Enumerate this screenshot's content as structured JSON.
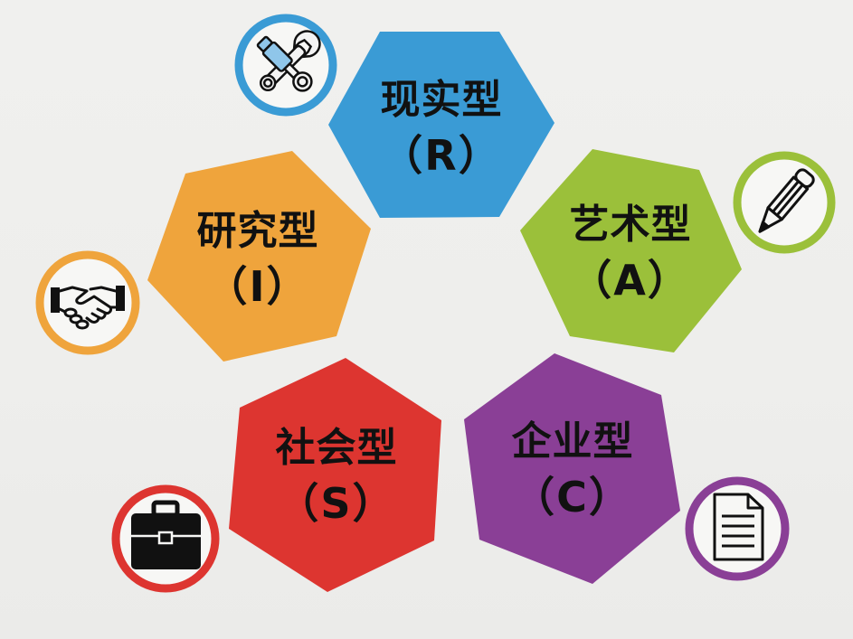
{
  "diagram": {
    "type": "holland-riasec-hexagon",
    "colors": {
      "background": "#eeeeec",
      "realistic": "#3a9bd5",
      "artistic": "#9bc03a",
      "investigative": "#efa43c",
      "social": "#dd3530",
      "conventional": "#8a3f96",
      "text": "#111111",
      "icon_stroke": "#111111"
    },
    "types": [
      {
        "id": "R",
        "name": "现实型",
        "code": "（R）",
        "icon": "wrench-screwdriver-icon",
        "color": "#3a9bd5"
      },
      {
        "id": "A",
        "name": "艺术型",
        "code": "（A）",
        "icon": "pencil-icon",
        "color": "#9bc03a"
      },
      {
        "id": "I",
        "name": "研究型",
        "code": "（I）",
        "icon": "handshake-icon",
        "color": "#efa43c"
      },
      {
        "id": "S",
        "name": "社会型",
        "code": "（S）",
        "icon": "briefcase-icon",
        "color": "#dd3530"
      },
      {
        "id": "C",
        "name": "企业型",
        "code": "（C）",
        "icon": "document-icon",
        "color": "#8a3f96"
      }
    ]
  }
}
